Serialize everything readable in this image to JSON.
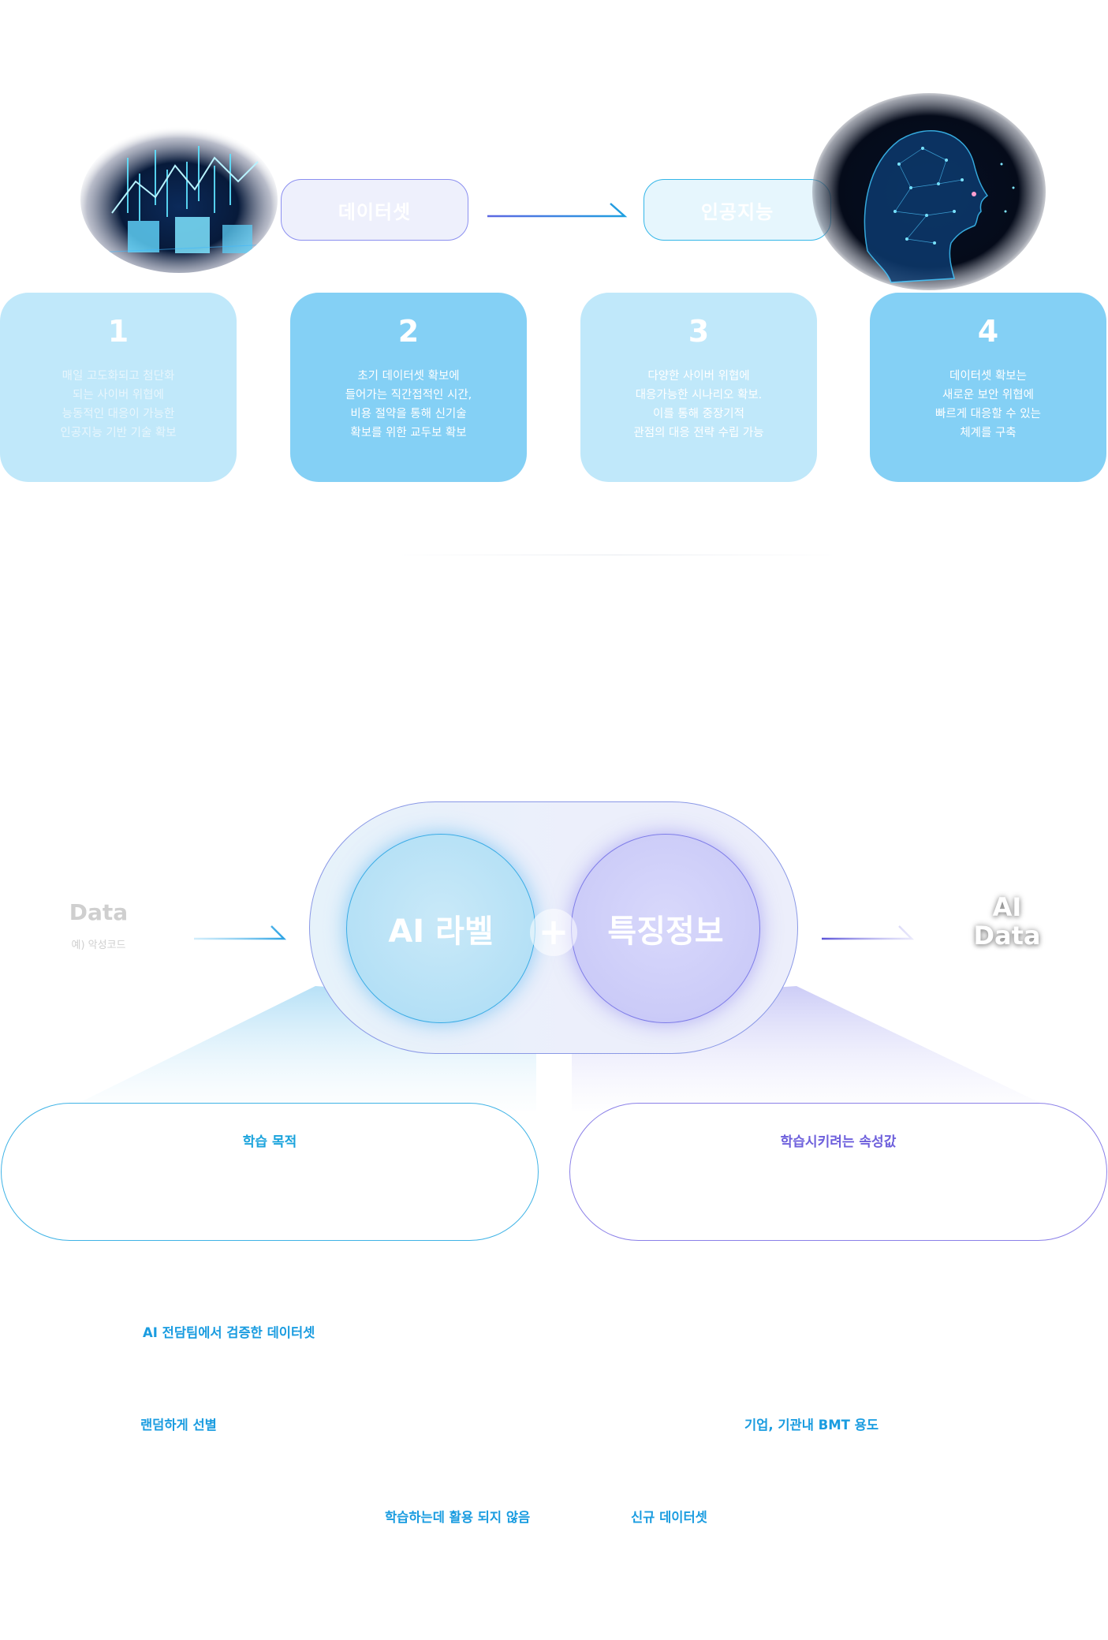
{
  "top": {
    "pill_dataset": "데이터셋",
    "pill_ai": "인공지능",
    "cards": [
      {
        "number": "1",
        "lines": [
          "매일 고도화되고 첨단화",
          "되는 사이버 위협에",
          "능동적인 대응이 가능한",
          "인공지능 기반 기술 확보"
        ]
      },
      {
        "number": "2",
        "lines": [
          "초기 데이터셋 확보에",
          "들어가는 직간접적인 시간,",
          "비용 절약을 통해 신기술",
          "확보를 위한 교두보 확보"
        ]
      },
      {
        "number": "3",
        "lines": [
          "다양한 사이버 위협에",
          "대응가능한 시나리오 확보.",
          "이를 통해 중장기적",
          "관점의 대응 전략 수립 가능"
        ]
      },
      {
        "number": "4",
        "lines": [
          "데이터셋 확보는",
          "새로운 보안 위협에",
          "빠르게 대응할 수 있는",
          "체계를 구축"
        ]
      }
    ],
    "colors": {
      "card_light": "#c0e8fa",
      "card_mid": "#84d0f5",
      "arrow_blue": "#2b8fe0"
    }
  },
  "diagram": {
    "input_title": "Data",
    "input_example": "예) 악성코드",
    "circle_label": "AI 라벨",
    "circle_feature": "특징정보",
    "plus_symbol": "+",
    "output_line1": "AI",
    "output_line2": "Data",
    "box_left_title": "학습 목적",
    "box_right_title": "학습시키려는 속성값",
    "colors": {
      "blue": "#1aa3dc",
      "purple": "#6e60dc"
    }
  },
  "notes": {
    "n1": "AI 전담팀에서 검증한 데이터셋",
    "n2": "랜덤하게 선별",
    "n3": "기업, 기관내 BMT 용도",
    "n4": "학습하는데 활용 되지 않음",
    "n5": "신규 데이터셋"
  }
}
